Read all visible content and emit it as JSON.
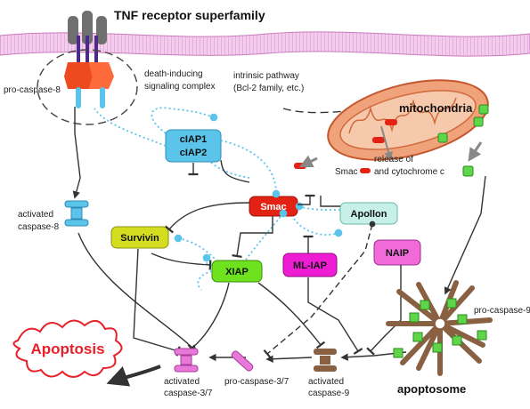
{
  "title": "TNF receptor superfamily",
  "labels": {
    "disc": [
      "death-inducing",
      "signaling complex"
    ],
    "pro_caspase_8": "pro-caspase-8",
    "intrinsic": [
      "intrinsic pathway",
      "(Bcl-2 family, etc.)"
    ],
    "mitochondria": "mitochondria",
    "release": [
      "release of",
      "and cytochrome c"
    ],
    "release_smac": "Smac",
    "activated_caspase_8": [
      "activated",
      "caspase-8"
    ],
    "pro_caspase_9": "pro-caspase-9",
    "apoptosome": "apoptosome",
    "apoptosis": "Apoptosis",
    "activated_caspase_37": [
      "activated",
      "caspase-3/7"
    ],
    "pro_caspase_37": "pro-caspase-3/7",
    "activated_caspase_9": [
      "activated",
      "caspase-9"
    ]
  },
  "nodes": {
    "ciap": [
      "cIAP1",
      "cIAP2"
    ],
    "smac": "Smac",
    "apollon": "Apollon",
    "survivin": "Survivin",
    "xiap": "XIAP",
    "mliap": "ML-IAP",
    "naip": "NAIP"
  },
  "colors": {
    "membrane": "#e9a8dc",
    "receptor": "#6f6f6f",
    "receptor_stalk": "#4b2a8a",
    "disc": "#ee4a1f",
    "ciap": "#5bc4ea",
    "smac": "#e32213",
    "apollon": "#c7f0e9",
    "survivin": "#d4dd1f",
    "xiap": "#6ee21e",
    "mliap": "#ee1cd3",
    "naip": "#f06bd9",
    "cytochrome": "#5fd64a",
    "mito": "#e8845a",
    "apoptosis": "#e8202a",
    "caspase37": "#e879d9",
    "caspase9": "#8a6043",
    "inhibitor_line": "#333333",
    "dotted": "#5bc4ea"
  }
}
